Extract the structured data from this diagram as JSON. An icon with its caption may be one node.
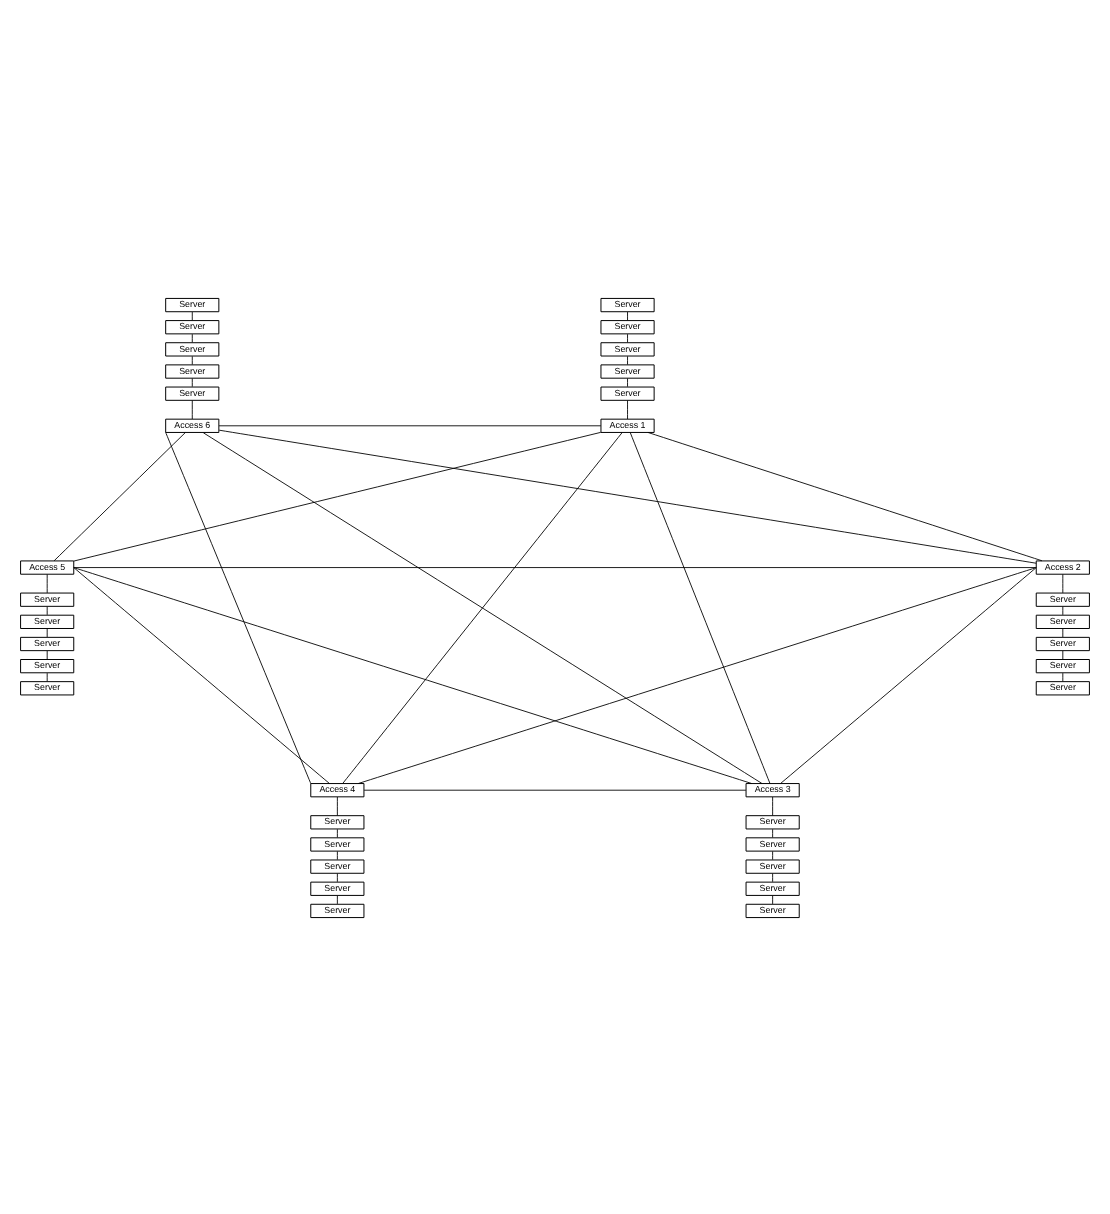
{
  "diagram": {
    "nodes": [
      {
        "text": [
          "Server"
        ]
      },
      {
        "text": [
          "Server"
        ]
      },
      {
        "text": [
          "Server"
        ]
      },
      {
        "text": [
          "Server"
        ]
      },
      {
        "text": [
          "Server"
        ]
      },
      {
        "text": [
          "Access 6"
        ]
      },
      {
        "text": [
          "Server"
        ]
      },
      {
        "text": [
          "Server"
        ]
      },
      {
        "text": [
          "Server"
        ]
      },
      {
        "text": [
          "Server"
        ]
      },
      {
        "text": [
          "Server"
        ]
      },
      {
        "text": [
          "Access 1"
        ]
      },
      {
        "text": [
          "Access 5"
        ]
      },
      {
        "text": [
          "Server"
        ]
      },
      {
        "text": [
          "Server"
        ]
      },
      {
        "text": [
          "Server"
        ]
      },
      {
        "text": [
          "Server"
        ]
      },
      {
        "text": [
          "Server"
        ]
      },
      {
        "text": [
          "Access 2"
        ]
      },
      {
        "text": [
          "Server"
        ]
      },
      {
        "text": [
          "Server"
        ]
      },
      {
        "text": [
          "Server"
        ]
      },
      {
        "text": [
          "Server"
        ]
      },
      {
        "text": [
          "Server"
        ]
      },
      {
        "text": [
          "Access 4"
        ]
      },
      {
        "text": [
          "Server"
        ]
      },
      {
        "text": [
          "Server"
        ]
      },
      {
        "text": [
          "Server"
        ]
      },
      {
        "text": [
          "Server"
        ]
      },
      {
        "text": [
          "Server"
        ]
      },
      {
        "text": [
          "Access 3"
        ]
      },
      {
        "text": [
          "Server"
        ]
      },
      {
        "text": [
          "Server"
        ]
      },
      {
        "text": [
          "Server"
        ]
      },
      {
        "text": [
          "Server"
        ]
      },
      {
        "text": [
          "Server"
        ]
      }
    ],
    "edges": [
      {
        "from": 5,
        "to": 11,
        "arrow": "none"
      },
      {
        "from": 5,
        "to": 12,
        "arrow": "none"
      },
      {
        "from": 5,
        "to": 24,
        "arrow": "none"
      },
      {
        "from": 5,
        "to": 30,
        "arrow": "none"
      },
      {
        "from": 5,
        "to": 18,
        "arrow": "none"
      },
      {
        "from": 11,
        "to": 12,
        "arrow": "none"
      },
      {
        "from": 11,
        "to": 24,
        "arrow": "none"
      },
      {
        "from": 11,
        "to": 30,
        "arrow": "none"
      },
      {
        "from": 11,
        "to": 18,
        "arrow": "none"
      },
      {
        "from": 12,
        "to": 18,
        "arrow": "none"
      },
      {
        "from": 12,
        "to": 24,
        "arrow": "none"
      },
      {
        "from": 12,
        "to": 30,
        "arrow": "none"
      },
      {
        "from": 18,
        "to": 24,
        "arrow": "none"
      },
      {
        "from": 18,
        "to": 30,
        "arrow": "none"
      },
      {
        "from": 24,
        "to": 30,
        "arrow": "none"
      },
      {
        "from": 0,
        "to": 1,
        "arrow": "none"
      },
      {
        "from": 1,
        "to": 2,
        "arrow": "none"
      },
      {
        "from": 2,
        "to": 3,
        "arrow": "none"
      },
      {
        "from": 3,
        "to": 4,
        "arrow": "none"
      },
      {
        "from": 4,
        "to": 5,
        "arrow": "none"
      },
      {
        "from": 6,
        "to": 7,
        "arrow": "none"
      },
      {
        "from": 7,
        "to": 8,
        "arrow": "none"
      },
      {
        "from": 8,
        "to": 9,
        "arrow": "none"
      },
      {
        "from": 9,
        "to": 10,
        "arrow": "none"
      },
      {
        "from": 10,
        "to": 11,
        "arrow": "none"
      },
      {
        "from": 12,
        "to": 13,
        "arrow": "none"
      },
      {
        "from": 13,
        "to": 14,
        "arrow": "none"
      },
      {
        "from": 14,
        "to": 15,
        "arrow": "none"
      },
      {
        "from": 15,
        "to": 16,
        "arrow": "none"
      },
      {
        "from": 16,
        "to": 17,
        "arrow": "none"
      },
      {
        "from": 18,
        "to": 19,
        "arrow": "none"
      },
      {
        "from": 19,
        "to": 20,
        "arrow": "none"
      },
      {
        "from": 20,
        "to": 21,
        "arrow": "none"
      },
      {
        "from": 21,
        "to": 22,
        "arrow": "none"
      },
      {
        "from": 22,
        "to": 23,
        "arrow": "none"
      },
      {
        "from": 24,
        "to": 25,
        "arrow": "none"
      },
      {
        "from": 25,
        "to": 26,
        "arrow": "none"
      },
      {
        "from": 26,
        "to": 27,
        "arrow": "none"
      },
      {
        "from": 27,
        "to": 28,
        "arrow": "none"
      },
      {
        "from": 28,
        "to": 29,
        "arrow": "none"
      },
      {
        "from": 30,
        "to": 31,
        "arrow": "none"
      },
      {
        "from": 31,
        "to": 32,
        "arrow": "none"
      },
      {
        "from": 32,
        "to": 33,
        "arrow": "none"
      },
      {
        "from": 33,
        "to": 34,
        "arrow": "none"
      },
      {
        "from": 34,
        "to": 35,
        "arrow": "none"
      }
    ]
  }
}
